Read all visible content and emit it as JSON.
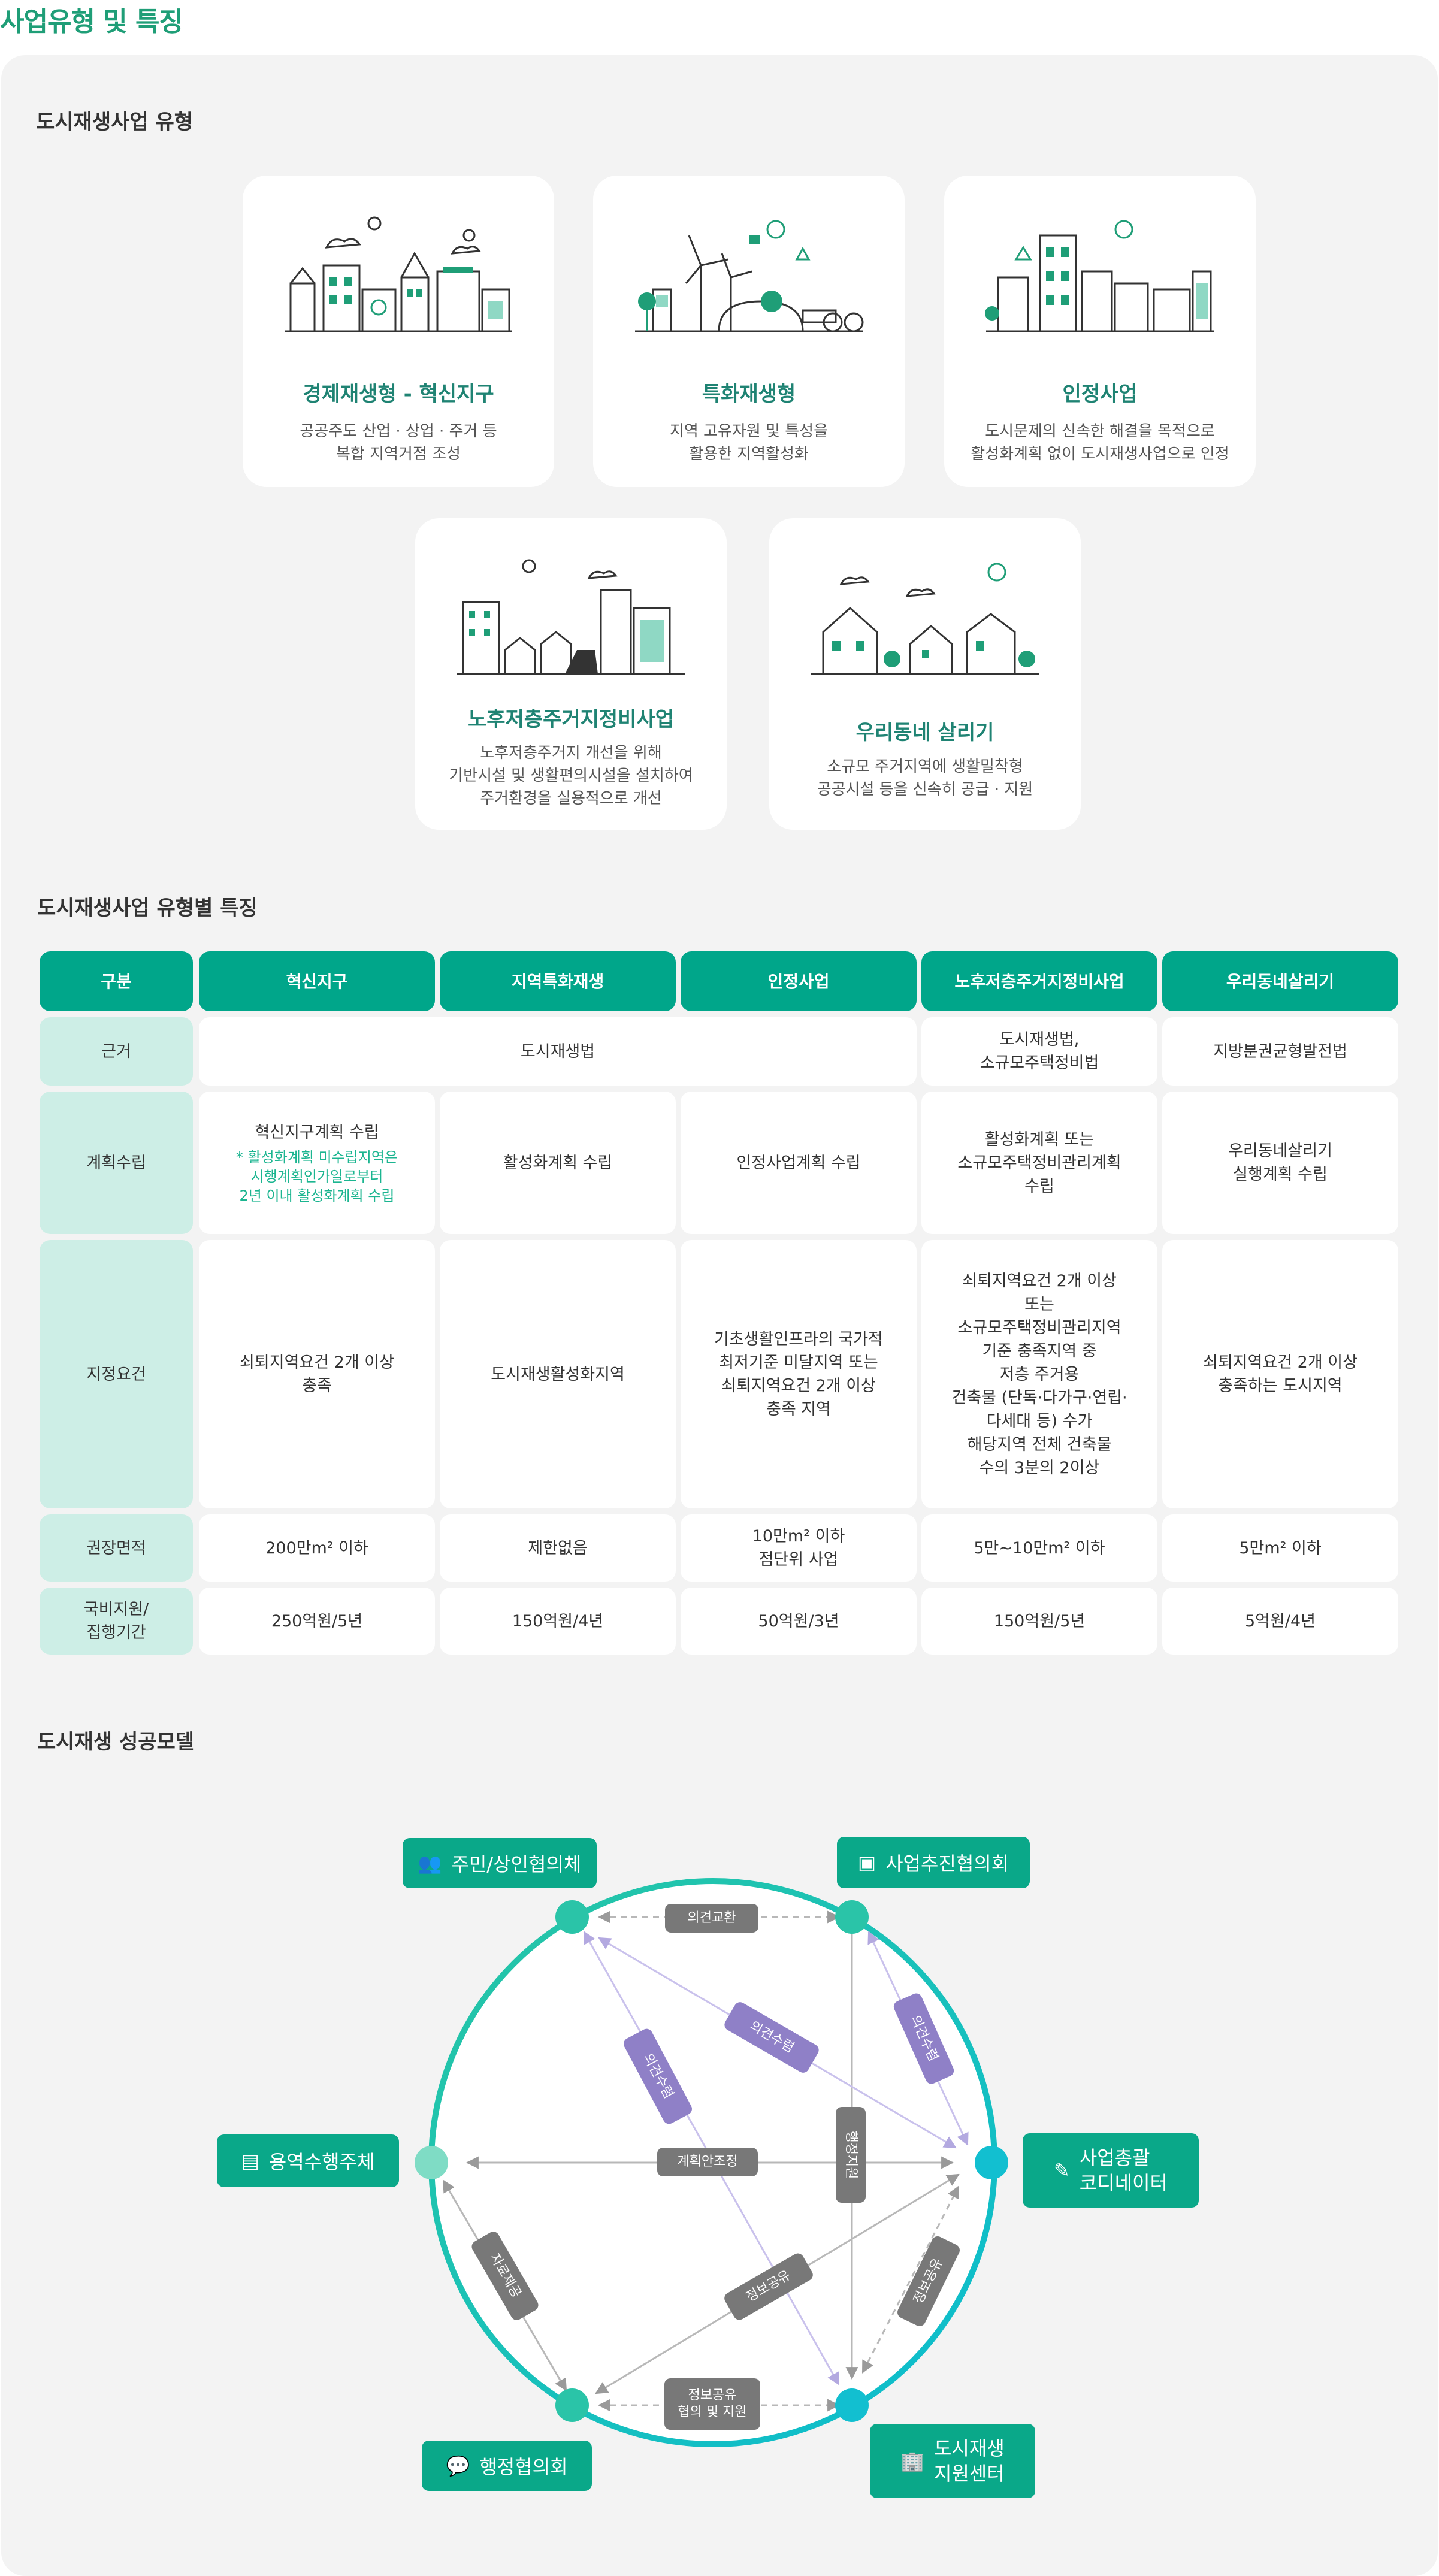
{
  "page_title": "사업유형 및 특징",
  "types_section": {
    "title": "도시재생사업 유형",
    "cards": [
      {
        "title": "경제재생형 - 혁신지구",
        "desc": [
          "공공주도 산업 · 상업 · 주거 등",
          "복합 지역거점 조성"
        ]
      },
      {
        "title": "특화재생형",
        "desc": [
          "지역 고유자원 및 특성을",
          "활용한 지역활성화"
        ]
      },
      {
        "title": "인정사업",
        "desc": [
          "도시문제의 신속한 해결을 목적으로",
          "활성화계획 없이 도시재생사업으로 인정"
        ]
      },
      {
        "title": "노후저층주거지정비사업",
        "desc": [
          "노후저층주거지 개선을 위해",
          "기반시설 및 생활편의시설을 설치하여",
          "주거환경을 실용적으로 개선"
        ]
      },
      {
        "title": "우리동네 살리기",
        "desc": [
          "소규모 주거지역에 생활밀착형",
          "공공시설 등을 신속히 공급 · 지원"
        ]
      }
    ]
  },
  "features_section": {
    "title": "도시재생사업 유형별 특징",
    "headers": [
      "구분",
      "혁신지구",
      "지역특화재생",
      "인정사업",
      "노후저층주거지정비사업",
      "우리동네살리기"
    ],
    "rows": {
      "basis": {
        "label": "근거",
        "merged": "도시재생법",
        "c5": [
          "도시재생법,",
          "소규모주택정비법"
        ],
        "c6": [
          "지방분권균형발전법"
        ]
      },
      "plan": {
        "label": "계획수립",
        "c2": [
          "혁신지구계획 수립"
        ],
        "c2_note": [
          "* 활성화계획 미수립지역은",
          "시행계획인가일로부터",
          "2년 이내 활성화계획 수립"
        ],
        "c3": [
          "활성화계획 수립"
        ],
        "c4": [
          "인정사업계획 수립"
        ],
        "c5": [
          "활성화계획 또는",
          "소규모주택정비관리계획",
          "수립"
        ],
        "c6": [
          "우리동네살리기",
          "실행계획 수립"
        ]
      },
      "req": {
        "label": "지정요건",
        "c2": [
          "쇠퇴지역요건 2개 이상",
          "충족"
        ],
        "c3": [
          "도시재생활성화지역"
        ],
        "c4": [
          "기초생활인프라의 국가적",
          "최저기준 미달지역 또는",
          "쇠퇴지역요건 2개 이상",
          "충족 지역"
        ],
        "c5": [
          "쇠퇴지역요건 2개 이상",
          "또는",
          "소규모주택정비관리지역",
          "기준 충족지역 중",
          "저층 주거용",
          "건축물 (단독·다가구·연립·",
          "다세대 등) 수가",
          "해당지역 전체 건축물",
          "수의 3분의 2이상"
        ],
        "c6": [
          "쇠퇴지역요건 2개 이상",
          "충족하는 도시지역"
        ]
      },
      "area": {
        "label": "권장면적",
        "c2": [
          "200만m² 이하"
        ],
        "c3": [
          "제한없음"
        ],
        "c4": [
          "10만m² 이하",
          "점단위 사업"
        ],
        "c5": [
          "5만~10만m² 이하"
        ],
        "c6": [
          "5만m² 이하"
        ]
      },
      "fund": {
        "label": [
          "국비지원/",
          "집행기간"
        ],
        "c2": [
          "250억원/5년"
        ],
        "c3": [
          "150억원/4년"
        ],
        "c4": [
          "50억원/3년"
        ],
        "c5": [
          "150억원/5년"
        ],
        "c6": [
          "5억원/4년"
        ]
      }
    }
  },
  "model_section": {
    "title": "도시재생 성공모델",
    "nodes": {
      "residents": "주민/상인협의체",
      "promotion": "사업추진협의회",
      "contractor": "용역수행주체",
      "coordinator": [
        "사업총괄",
        "코디네이터"
      ],
      "admin": "행정협의회",
      "center": [
        "도시재생",
        "지원센터"
      ]
    },
    "tags": {
      "t1": "의견교환",
      "t2": "의견수렴",
      "t3": "의견수렴",
      "t4": "의견수렴",
      "t5": "계획안조정",
      "t6": "행정지원",
      "t7": "자료제공",
      "t8": "정보공유",
      "t9": "정보공유",
      "t10": [
        "정보공유",
        "협의 및 지원"
      ]
    }
  },
  "colors": {
    "accent": "#00a68a",
    "title_green": "#1f9e77",
    "label_bg": "#cdeee6",
    "purple": "#8f80c7"
  }
}
